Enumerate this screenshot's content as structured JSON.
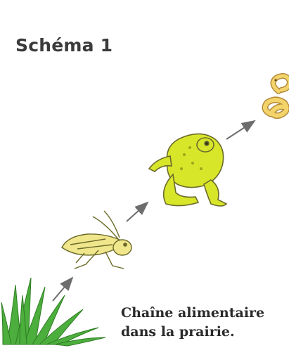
{
  "diagram": {
    "title": "Schéma 1",
    "caption_line1": "Chaîne alimentaire",
    "caption_line2": "dans la prairie.",
    "chain": [
      "grass",
      "grasshopper",
      "frog",
      "snake"
    ],
    "colors": {
      "grass": "#4cae3c",
      "grasshopper": "#f0e68c",
      "frog": "#d8e62a",
      "snake": "#f3d46a",
      "arrow": "#6d6d6d",
      "outline": "#6b6b2a"
    }
  }
}
